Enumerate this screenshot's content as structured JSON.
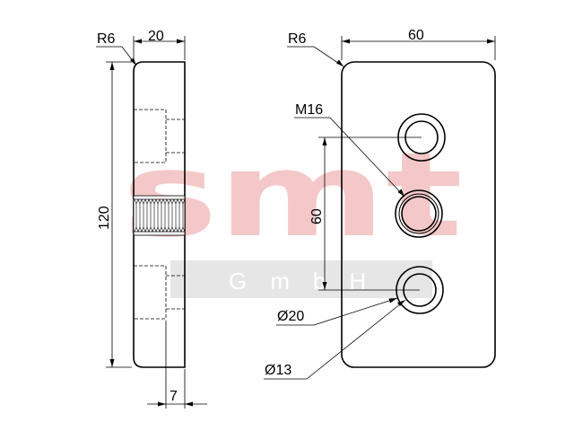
{
  "watermark": {
    "brand": "smt",
    "subtitle": "GmbH",
    "brand_color": "#f4c8c8",
    "band_color": "#e6e6e6"
  },
  "side_view": {
    "radius_label": "R6",
    "width_label": "20",
    "height_label": "120",
    "offset_label": "7"
  },
  "front_view": {
    "radius_label": "R6",
    "width_label": "60",
    "thread_label": "M16",
    "spacing_label": "60",
    "outer_diameter_label": "Ø20",
    "inner_diameter_label": "Ø13"
  }
}
